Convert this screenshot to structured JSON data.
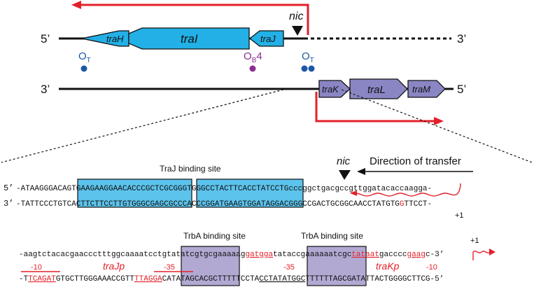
{
  "top_strand": {
    "five": "5’",
    "three": "3’"
  },
  "bottom_strand": {
    "three": "3’",
    "five": "5’"
  },
  "genes_top": [
    "traH",
    "traI",
    "traJ"
  ],
  "genes_bottom": [
    "traK",
    "traL",
    "traM"
  ],
  "nic_label": "nic",
  "ot_left": {
    "main": "O",
    "sub": "T"
  },
  "ob4": {
    "main": "O",
    "sub": "B",
    "num": "4"
  },
  "ot_right": {
    "main": "O",
    "sub": "T"
  },
  "detail": {
    "traj_site": "TraJ binding site",
    "nic": "nic",
    "direction": "Direction of transfer",
    "strand1_prefix": "5’",
    "strand1_a": "-ATAAGGGACA",
    "strand1_box1": "GTGAAGAAGGAACACCCGC",
    "strand1_mid": "TC",
    "strand1_box2": "GCGGGTGGGCCTACTTCAC",
    "strand1_c": "CTATCCTG",
    "strand1_lower": "cccggctgacgccgttggatacacc",
    "strand1_end": "aagga-",
    "strand2_prefix": "3’",
    "strand2_a": "-TATTCCCTGT",
    "strand2_box1": "CACTTCTTCCTTGTGGGCG",
    "strand2_mid": "AG",
    "strand2_box2": "CGCCCACCCGGATGAAGTG",
    "strand2_c": "GATAGGACGGGCCGACTGCGGCAACCTATGTG",
    "strand2_red": "G",
    "strand2_end": "TTCCT-",
    "plus1_upper": "+1",
    "trba_site_1": "TrbA binding site",
    "trba_site_2": "TrbA binding site",
    "strand3_a": "-aagtctacacgaaccctttggcaaaatc",
    "strand3_box1": "ctgtatatcg",
    "strand3_b": "tgcgaaaaag",
    "strand3_red1": "gatgga",
    "strand3_box2": "tataccg",
    "strand3_c": "aaaaaatcgc",
    "strand3_red2": "tataat",
    "strand3_d": "gacccc",
    "strand3_red3": "gaag",
    "strand3_e": "c-3’",
    "plus1_lower": "+1",
    "strand4_a": "-T",
    "strand4_red1": "TCAGAT",
    "strand4_b": "GTGCTTGGGAAACCGTT",
    "strand4_red2": "TTAG",
    "strand4_red3": "GA",
    "strand4_box": "CATATAGC",
    "strand4_c": "ACGCTTTTTCCTA",
    "strand4_box2": "CCTATATGGC",
    "strand4_d": "TTTTTTAGCGATATTACTGGGGCTTCG-5’",
    "minus10_left": "-10",
    "trajp": "traJp",
    "minus35_left": "-35",
    "minus35_right": "-35",
    "trakp": "traKp",
    "minus10_right": "-10"
  },
  "colors": {
    "tra_top": "#22b0e6",
    "tra_bottom": "#8a86c4",
    "box_blue": "#5cc3ec",
    "box_purple": "#b2a9d3",
    "arrow": "#e3202a",
    "ot": "#1b58a6",
    "ob": "#8a2f8f"
  }
}
